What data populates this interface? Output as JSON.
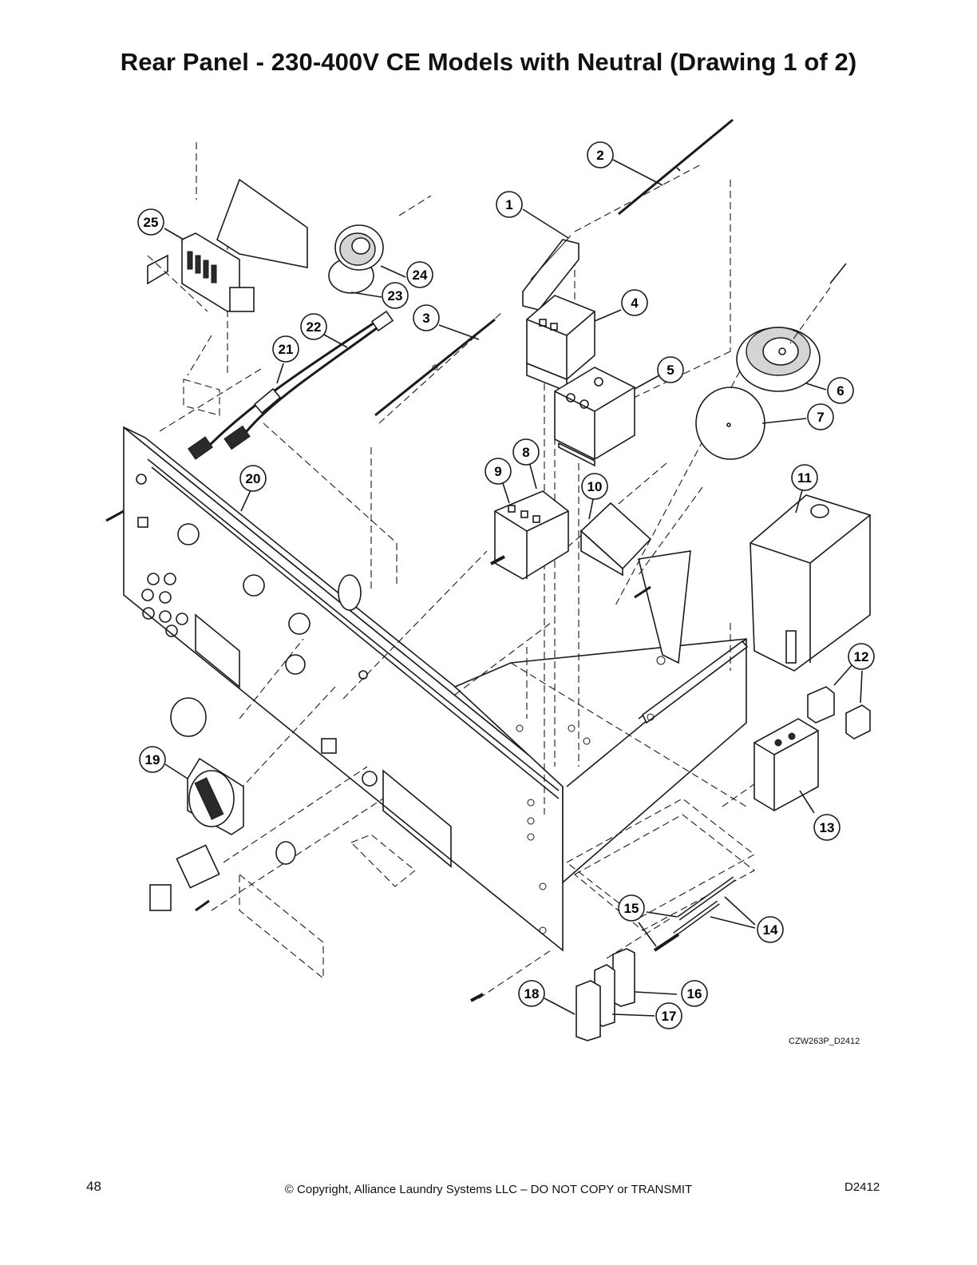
{
  "title": "Rear Panel - 230-400V CE Models with Neutral (Drawing 1 of 2)",
  "callouts": [
    "1",
    "2",
    "3",
    "4",
    "5",
    "6",
    "7",
    "8",
    "9",
    "10",
    "11",
    "12",
    "13",
    "14",
    "15",
    "16",
    "17",
    "18",
    "19",
    "20",
    "21",
    "22",
    "23",
    "24",
    "25"
  ],
  "drawing_id": "CZW263P_D2412",
  "footer": {
    "page_number": "48",
    "copyright": "© Copyright, Alliance Laundry Systems LLC – DO NOT COPY or TRANSMIT",
    "doc_code": "D2412"
  },
  "colors": {
    "line": "#1a1a1a",
    "fill": "#ffffff",
    "shade": "#cfcfcf"
  }
}
